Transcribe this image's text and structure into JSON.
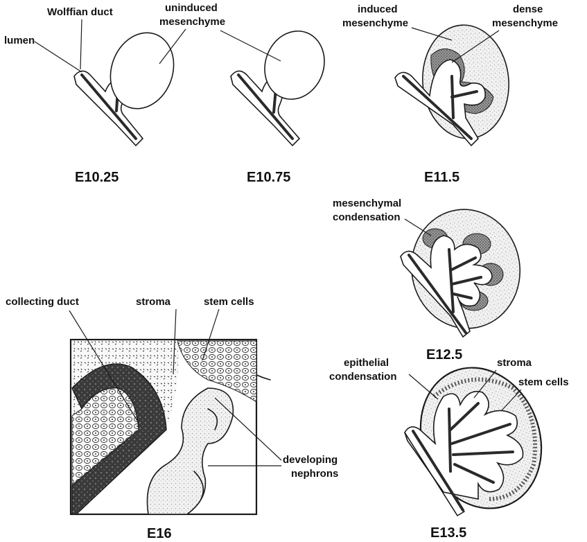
{
  "labels": {
    "lumen": "lumen",
    "wolffian_duct": "Wolffian duct",
    "uninduced_mesenchyme": [
      "uninduced",
      "mesenchyme"
    ],
    "induced_mesenchyme": [
      "induced",
      "mesenchyme"
    ],
    "dense_mesenchyme": [
      "dense",
      "mesenchyme"
    ],
    "mesenchymal_condensation": [
      "mesenchymal",
      "condensation"
    ],
    "epithelial_condensation": [
      "epithelial",
      "condensation"
    ],
    "stroma": "stroma",
    "stem_cells": "stem cells",
    "collecting_duct": "collecting duct",
    "developing_nephrons": [
      "developing",
      "nephrons"
    ]
  },
  "stages": {
    "e10_25": "E10.25",
    "e10_75": "E10.75",
    "e11_5": "E11.5",
    "e12_5": "E12.5",
    "e13_5": "E13.5",
    "e16": "E16"
  }
}
